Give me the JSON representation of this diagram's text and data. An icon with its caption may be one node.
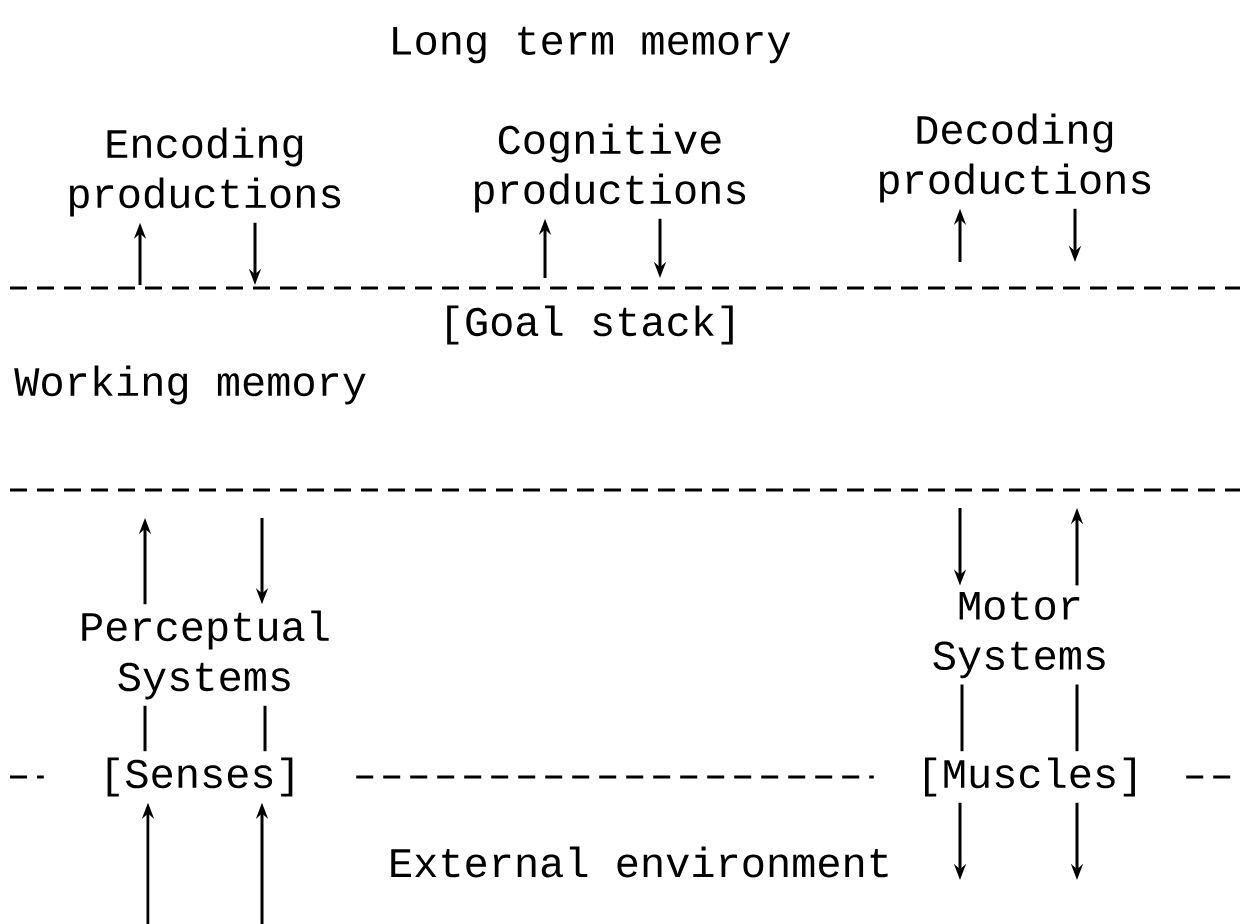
{
  "diagram": {
    "nodes": [
      {
        "text": [
          "Encoding productions"
        ]
      },
      {
        "text": [
          "Cognitive productions"
        ]
      },
      {
        "text": [
          "Decoding productions"
        ]
      },
      {
        "text": [
          "Perceptual Systems"
        ]
      },
      {
        "text": [
          "Motor Systems"
        ]
      },
      {
        "text": [
          "[Senses]"
        ]
      },
      {
        "text": [
          "[Muscles]"
        ]
      }
    ],
    "edges": [
      {
        "from": null,
        "to": 0,
        "arrow": "to"
      },
      {
        "from": 0,
        "to": null,
        "arrow": "to"
      },
      {
        "from": null,
        "to": 1,
        "arrow": "to"
      },
      {
        "from": 1,
        "to": null,
        "arrow": "to"
      },
      {
        "from": null,
        "to": 2,
        "arrow": "to"
      },
      {
        "from": 2,
        "to": null,
        "arrow": "to"
      },
      {
        "from": 3,
        "to": null,
        "arrow": "to"
      },
      {
        "from": null,
        "to": 3,
        "arrow": "to"
      },
      {
        "from": null,
        "to": 4,
        "arrow": "to"
      },
      {
        "from": 4,
        "to": null,
        "arrow": "to"
      },
      {
        "from": 5,
        "to": 3,
        "arrow": "none"
      },
      {
        "from": 5,
        "to": 3,
        "arrow": "none"
      },
      {
        "from": 6,
        "to": 4,
        "arrow": "none"
      },
      {
        "from": 6,
        "to": 4,
        "arrow": "none"
      },
      {
        "from": null,
        "to": 5,
        "arrow": "to"
      },
      {
        "from": null,
        "to": 5,
        "arrow": "to"
      },
      {
        "from": 6,
        "to": null,
        "arrow": "to"
      },
      {
        "from": 6,
        "to": null,
        "arrow": "to"
      }
    ],
    "labels": [
      "Long term memory",
      "[Goal stack]",
      "Working memory",
      "External environment"
    ]
  }
}
